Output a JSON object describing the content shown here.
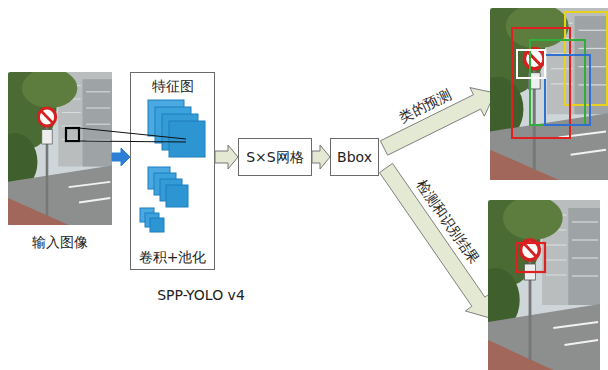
{
  "diagram": {
    "nodes": [
      {
        "text": [
          "输入图像"
        ]
      },
      {
        "text": [
          "特征图",
          "卷积+池化",
          "SPP-YOLO v4"
        ]
      },
      {
        "text": [
          "S×S网格"
        ]
      },
      {
        "text": [
          "Bbox"
        ]
      }
    ],
    "edges": [
      {
        "from": 0,
        "to": 1,
        "arrow": "to"
      },
      {
        "from": 1,
        "to": 2,
        "arrow": "to"
      },
      {
        "from": 2,
        "to": 3,
        "arrow": "to"
      }
    ],
    "labels": [
      "类的预测",
      "检测和识别结果"
    ]
  }
}
